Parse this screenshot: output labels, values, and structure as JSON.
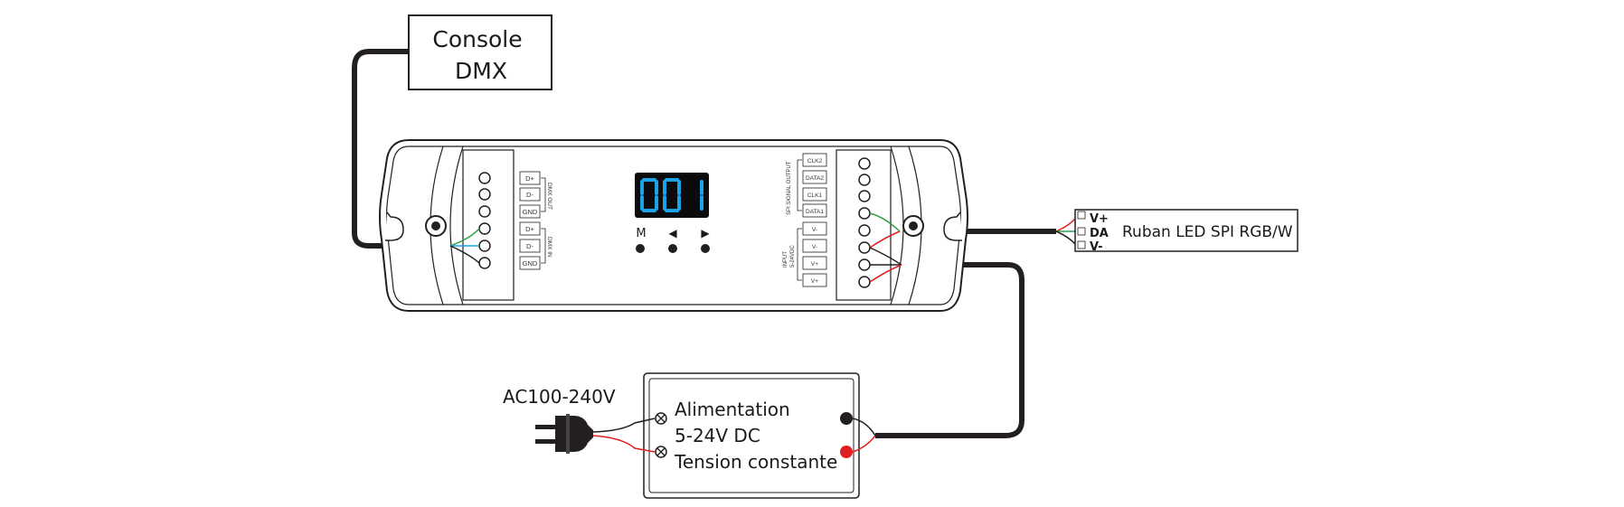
{
  "console": {
    "line1": "Console",
    "line2": "DMX"
  },
  "display": {
    "digits": "001",
    "color": "#1aa3e8"
  },
  "buttons": {
    "mode": "M",
    "prev": "◀",
    "next": "▶"
  },
  "dmx_terminals": [
    "D+",
    "D-",
    "GND",
    "D+",
    "D-",
    "GND"
  ],
  "dmx_out_label": "DMX OUT",
  "dmx_in_label": "DMX IN",
  "spi_terminals": [
    "CLK2",
    "DATA2",
    "CLK1",
    "DATA1"
  ],
  "spi_label": "SPI SIGNAL OUTPUT",
  "input_terminals": [
    "V-",
    "V-",
    "V+",
    "V+"
  ],
  "input_label_1": "INPUT",
  "input_label_2": "5-24VDC",
  "led_strip": {
    "label": "Ruban LED SPI RGB/W",
    "pins": [
      "V+",
      "DA",
      "V-"
    ]
  },
  "power_supply": {
    "line1": "Alimentation",
    "line2": "5-24V DC",
    "line3": "Tension constante"
  },
  "mains": {
    "label": "AC100-240V"
  },
  "colors": {
    "wire": "#231f20",
    "red": "#e02020",
    "green": "#2ea043",
    "blue": "#1aa3e8"
  }
}
